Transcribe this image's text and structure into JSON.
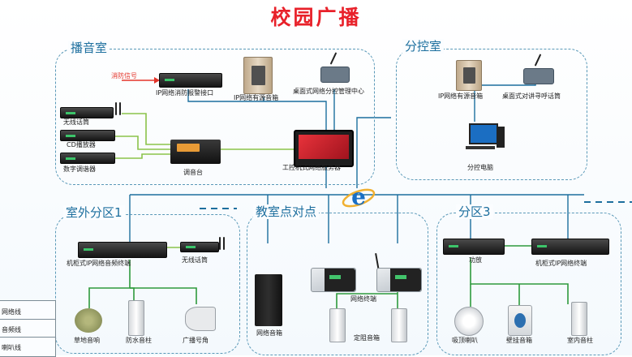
{
  "title": "校园广播",
  "zones": {
    "broadcast_room": {
      "title": "播音室",
      "fire_signal": "消防信号",
      "fire_interface": "IP网络消防报警接口",
      "speaker": "IP网络有源音箱",
      "desk_mic": "桌面式网络分控管理中心",
      "wireless_mic": "无线话筒",
      "cd_player": "CD播放器",
      "tuner": "数字调谐器",
      "mixer": "调音台",
      "server": "工控机式网络服务器"
    },
    "sub_control": {
      "title": "分控室",
      "speaker": "IP网络有源音箱",
      "desk_mic": "桌面式对讲寻呼话筒",
      "pc": "分控电脑"
    },
    "outdoor": {
      "title": "室外分区1",
      "terminal": "机柜式IP网络音频终端",
      "wireless_mic": "无线话筒",
      "lawn": "草地音响",
      "column": "防水音柱",
      "horn": "广播号角"
    },
    "classroom": {
      "title": "教室点对点",
      "speaker": "网络音箱",
      "terminal": "网络终端",
      "column": "定阻音箱"
    },
    "zone3": {
      "title": "分区3",
      "amp": "功放",
      "terminal": "机柜式IP网络终端",
      "ceiling": "吸顶喇叭",
      "wall": "壁挂音箱",
      "indoor_column": "室内音柱"
    }
  },
  "legend": [
    "网络线",
    "音频线",
    "喇叭线"
  ],
  "colors": {
    "title": "#e8212a",
    "network": "#1d6f9e",
    "audio": "#8bc34a",
    "speaker": "#2e9a3d",
    "fire": "#e4352a"
  }
}
